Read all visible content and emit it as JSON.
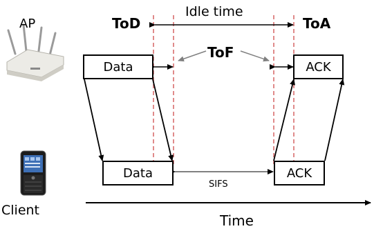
{
  "labels": {
    "ap": "AP",
    "client": "Client",
    "tod": "ToD",
    "toa": "ToA",
    "tof": "ToF",
    "idle_time": "Idle time",
    "sifs": "SIFS",
    "time": "Time"
  },
  "boxes": {
    "ap_data": "Data",
    "ap_ack": "ACK",
    "client_data": "Data",
    "client_ack": "ACK"
  },
  "colors": {
    "dashed_marker": "#e08a8a",
    "tof_arrow": "#808080",
    "ink": "#000000"
  },
  "icons": {
    "ap_device": "wireless-access-point-icon",
    "client_device": "smartphone-icon"
  }
}
